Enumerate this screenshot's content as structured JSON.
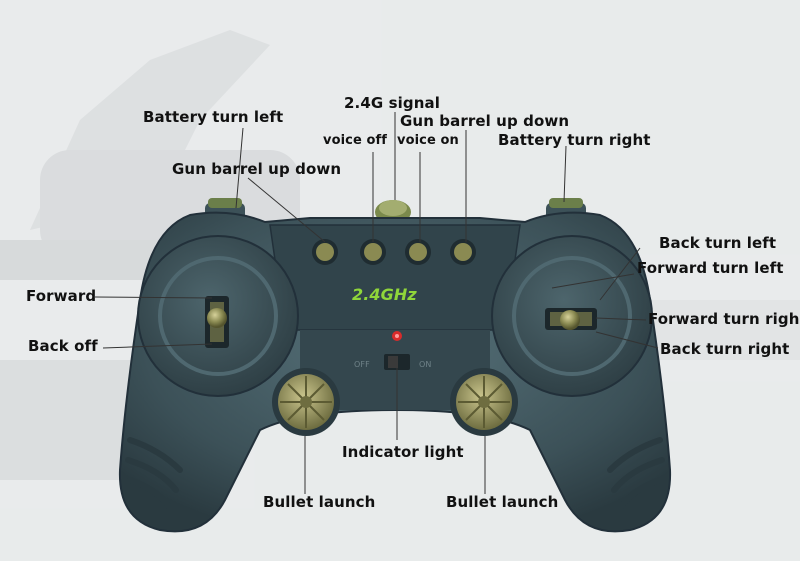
{
  "controller": {
    "brand_text": "2.4GHz",
    "switch_off_text": "OFF",
    "switch_on_text": "ON"
  },
  "labels": {
    "signal_2_4g": "2.4G signal",
    "battery_turn_left": "Battery turn left",
    "gun_barrel_up_down_top": "Gun barrel up down",
    "voice_off": "voice off",
    "voice_on": "voice on",
    "battery_turn_right": "Battery turn right",
    "gun_barrel_up_down_left": "Gun barrel up down",
    "back_turn_left": "Back turn left",
    "forward_turn_left": "Forward turn left",
    "forward": "Forward",
    "back_off": "Back off",
    "forward_turn_right": "Forward turn righ",
    "back_turn_right": "Back turn right",
    "indicator_light": "Indicator light",
    "bullet_launch_left": "Bullet launch",
    "bullet_launch_right": "Bullet launch"
  },
  "colors": {
    "controller_body": "#3c5158",
    "controller_dark": "#2a3a40",
    "controller_light": "#57727a",
    "olive": "#8a8a52",
    "olive_light": "#b8b27a",
    "brand_green": "#8fd63a",
    "indicator_red": "#d92b2b",
    "label_text": "#111111",
    "callout_line": "#333333",
    "background": "#e9ebec"
  }
}
